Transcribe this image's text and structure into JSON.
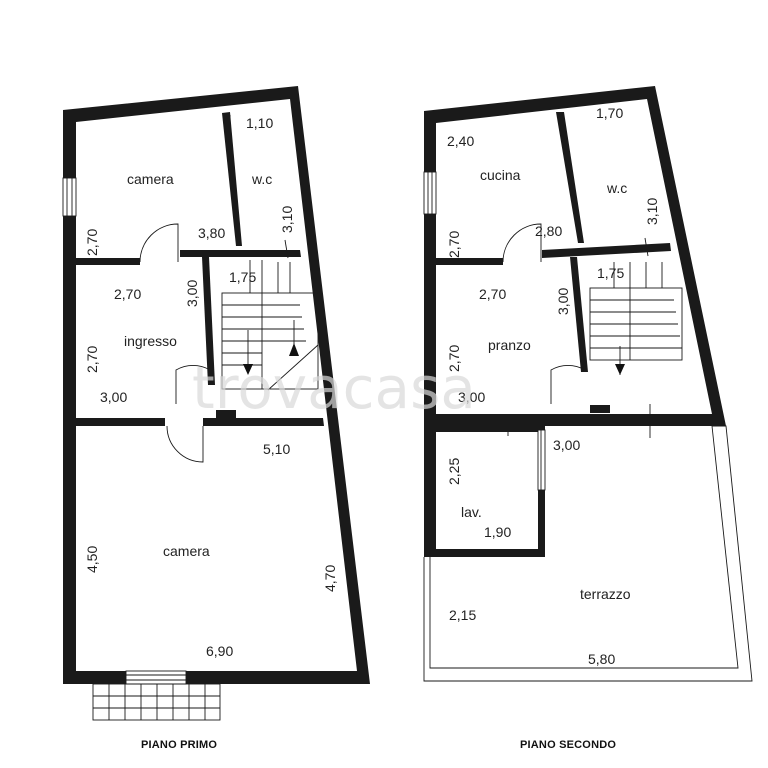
{
  "watermark": "trovacasa",
  "floor1": {
    "caption": "PIANO PRIMO",
    "rooms": {
      "camera_top": "camera",
      "wc": "w.c",
      "ingresso": "ingresso",
      "camera_bottom": "camera"
    },
    "dims": {
      "wc_w": "1,10",
      "wc_h": "3,10",
      "cam_left": "2,70",
      "cam_w": "3,80",
      "stair_w": "1,75",
      "ing_w": "2,70",
      "ing_v": "3,00",
      "ing_left": "2,70",
      "ing_bottom": "3,00",
      "big_w": "5,10",
      "big_left": "4,50",
      "big_right": "4,70",
      "big_bottom": "6,90"
    }
  },
  "floor2": {
    "caption": "PIANO SECONDO",
    "rooms": {
      "cucina": "cucina",
      "wc": "w.c",
      "pranzo": "pranzo",
      "lav": "lav.",
      "terrazzo": "terrazzo"
    },
    "dims": {
      "cuc_top": "2,40",
      "wc_w": "1,70",
      "wc_h": "3,10",
      "cuc_left": "2,70",
      "cuc_w": "2,80",
      "stair_w": "1,75",
      "pr_w": "2,70",
      "pr_v": "3,00",
      "pr_left": "2,70",
      "pr_bottom": "3,00",
      "corr_w": "3,00",
      "lav_h": "2,25",
      "lav_w": "1,90",
      "ter_left": "2,15",
      "ter_bottom": "5,80"
    }
  }
}
